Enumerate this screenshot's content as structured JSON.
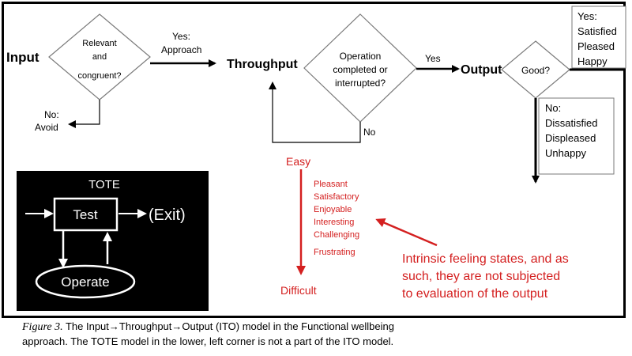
{
  "ito": {
    "input_label": "Input",
    "relevant_line1": "Relevant",
    "relevant_line2": "and",
    "relevant_line3": "congruent?",
    "yes_line1": "Yes:",
    "yes_line2": "Approach",
    "no_line1": "No:",
    "no_line2": "Avoid",
    "throughput_label": "Throughput",
    "operation_line1": "Operation",
    "operation_line2": "completed or",
    "operation_line3": "interrupted?",
    "op_yes": "Yes",
    "op_no": "No",
    "output_label": "Output",
    "good_label": "Good?",
    "good_yes": [
      "Yes:",
      "Satisfied",
      "Pleased",
      "Happy"
    ],
    "good_no": [
      "No:",
      "Dissatisfied",
      "Displeased",
      "Unhappy"
    ]
  },
  "scale": {
    "top_label": "Easy",
    "bottom_label": "Difficult",
    "items": [
      "Pleasant",
      "Satisfactory",
      "Enjoyable",
      "Interesting",
      "Challenging",
      "Frustrating"
    ],
    "note_line1": "Intrinsic feeling states, and as",
    "note_line2": "such, they are not subjected",
    "note_line3": "to evaluation of the output"
  },
  "tote": {
    "title": "TOTE",
    "test_label": "Test",
    "exit_label": "(Exit)",
    "operate_label": "Operate"
  },
  "caption": {
    "figure_label": "Figure 3.",
    "text_line1": " The Input→Throughput→Output (ITO) model in the Functional wellbeing",
    "text_line2": "approach. The TOTE model in the lower, left corner is not a part of the ITO model."
  },
  "colors": {
    "accent_red": "#d42020",
    "line": "#000000",
    "tote_bg": "#000000"
  }
}
